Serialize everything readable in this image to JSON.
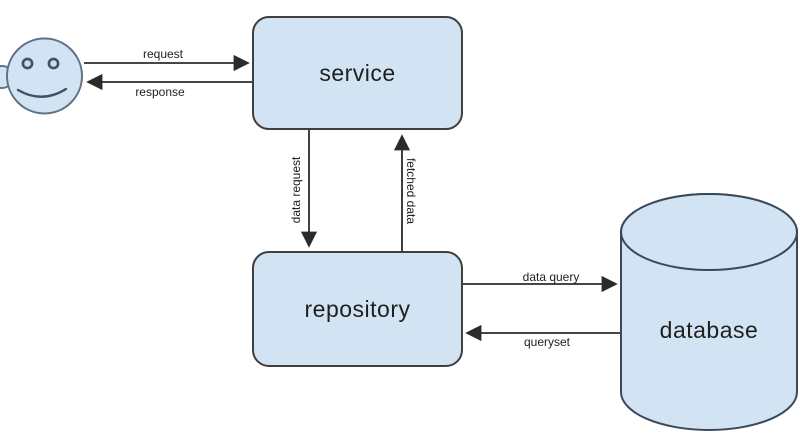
{
  "nodes": {
    "service": {
      "label": "service"
    },
    "repository": {
      "label": "repository"
    },
    "database": {
      "label": "database"
    }
  },
  "edges": {
    "request": {
      "label": "request"
    },
    "response": {
      "label": "response"
    },
    "data_request": {
      "label": "data request"
    },
    "fetched_data": {
      "label": "fetched data"
    },
    "data_query": {
      "label": "data query"
    },
    "queryset": {
      "label": "queryset"
    }
  },
  "icons": {
    "client": "smiley-face-user-icon",
    "database_shape": "database-cylinder-icon"
  },
  "colors": {
    "background": "#ffffff",
    "node_fill": "#d2e3f3",
    "node_border": "#3f3f3f",
    "cylinder_border": "#39495a",
    "face_border": "#5e7186",
    "face_feature": "#3f5264",
    "arrow": "#2b2b2b",
    "text": "#1f1f1f"
  }
}
